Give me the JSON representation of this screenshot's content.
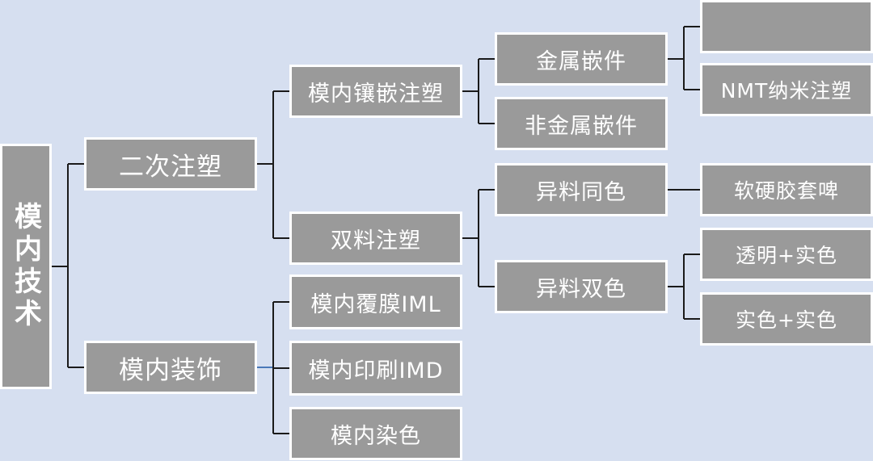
{
  "diagram": {
    "colors": {
      "box": "#9a9a9a",
      "line": "#1a1a1a",
      "background": "#d6dff0",
      "text": "#ffffff",
      "accent_line": "#4a78b8"
    },
    "root": {
      "label": "模内技术"
    },
    "level1": [
      {
        "label": "二次注塑"
      },
      {
        "label": "模内装饰"
      }
    ],
    "level2": [
      {
        "label": "模内镶嵌注塑"
      },
      {
        "label": "双料注塑"
      },
      {
        "label": "模内覆膜IML"
      },
      {
        "label": "模内印刷IMD"
      },
      {
        "label": "模内染色"
      }
    ],
    "level3": [
      {
        "label": "金属嵌件"
      },
      {
        "label": "非金属嵌件"
      },
      {
        "label": "异料同色"
      },
      {
        "label": "异料双色"
      }
    ],
    "level4": [
      {
        "label": ""
      },
      {
        "label": "NMT纳米注塑"
      },
      {
        "label": "软硬胶套啤"
      },
      {
        "label": "透明+实色"
      },
      {
        "label": "实色+实色"
      }
    ]
  }
}
